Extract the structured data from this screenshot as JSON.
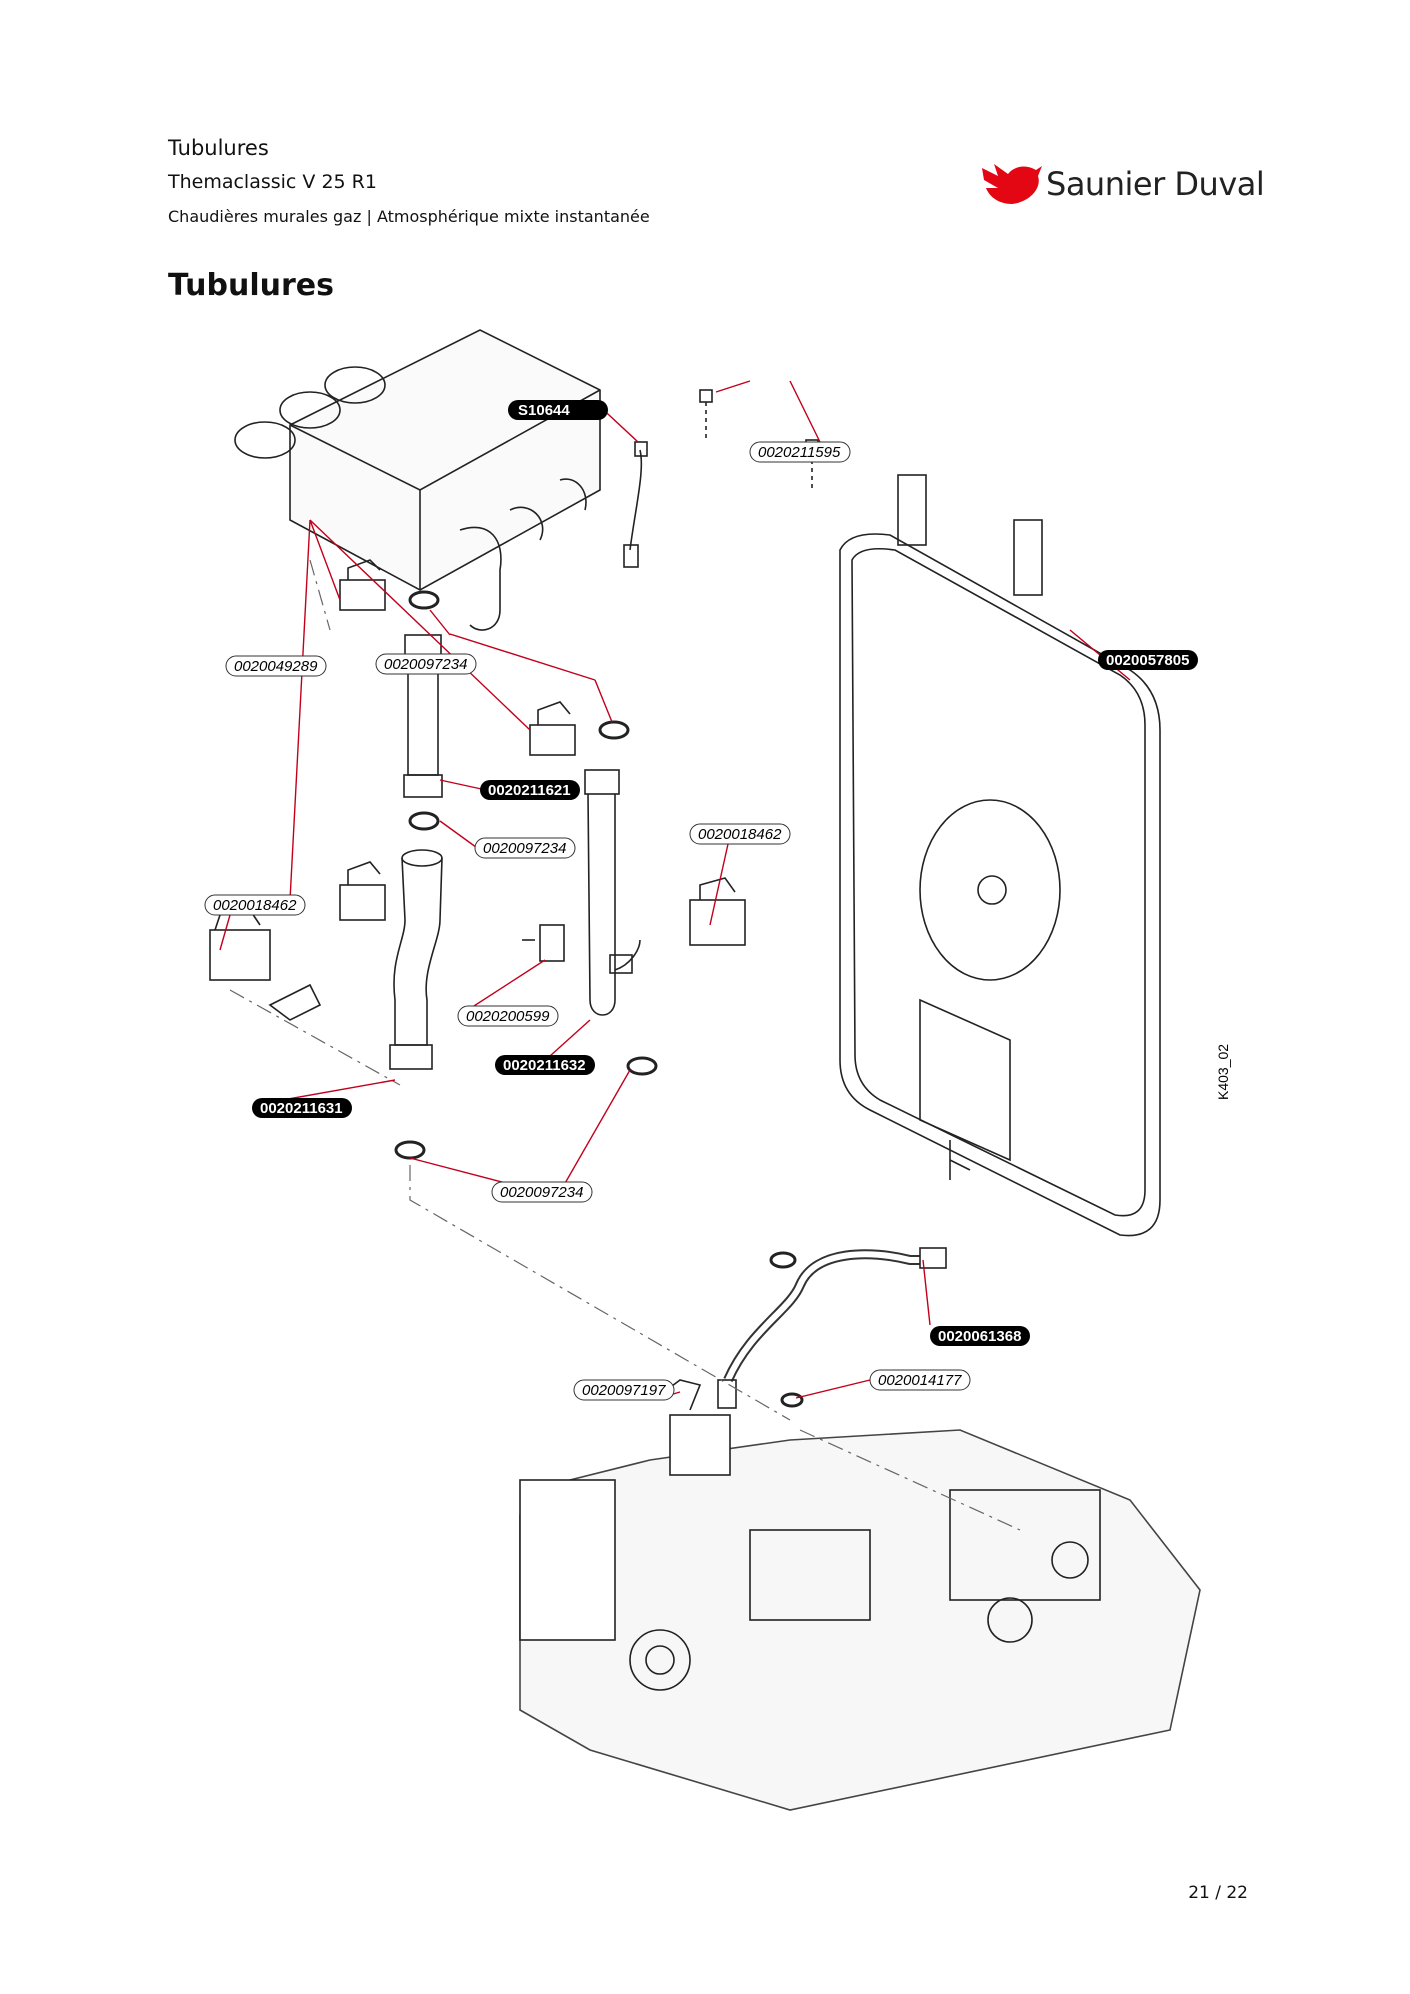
{
  "header": {
    "title": "Tubulures",
    "model": "Themaclassic V 25 R1",
    "category": "Chaudières murales gaz | Atmosphérique mixte instantanée"
  },
  "brand": {
    "name": "Saunier Duval",
    "color": "#e30613"
  },
  "section_title": "Tubulures",
  "diagram": {
    "reference": "K403_02",
    "labels": [
      {
        "id": "S10644",
        "style": "filled"
      },
      {
        "id": "0020211595",
        "style": "outline"
      },
      {
        "id": "0020049289",
        "style": "outline"
      },
      {
        "id": "0020097234",
        "style": "outline"
      },
      {
        "id": "0020057805",
        "style": "filled"
      },
      {
        "id": "0020211621",
        "style": "filled"
      },
      {
        "id": "0020097234",
        "style": "outline"
      },
      {
        "id": "0020018462",
        "style": "outline"
      },
      {
        "id": "0020018462",
        "style": "outline"
      },
      {
        "id": "0020200599",
        "style": "outline"
      },
      {
        "id": "0020211632",
        "style": "filled"
      },
      {
        "id": "0020211631",
        "style": "filled"
      },
      {
        "id": "0020097234",
        "style": "outline"
      },
      {
        "id": "0020061368",
        "style": "filled"
      },
      {
        "id": "0020097197",
        "style": "outline"
      },
      {
        "id": "0020014177",
        "style": "outline"
      }
    ]
  },
  "footer": {
    "page": "21 / 22"
  }
}
